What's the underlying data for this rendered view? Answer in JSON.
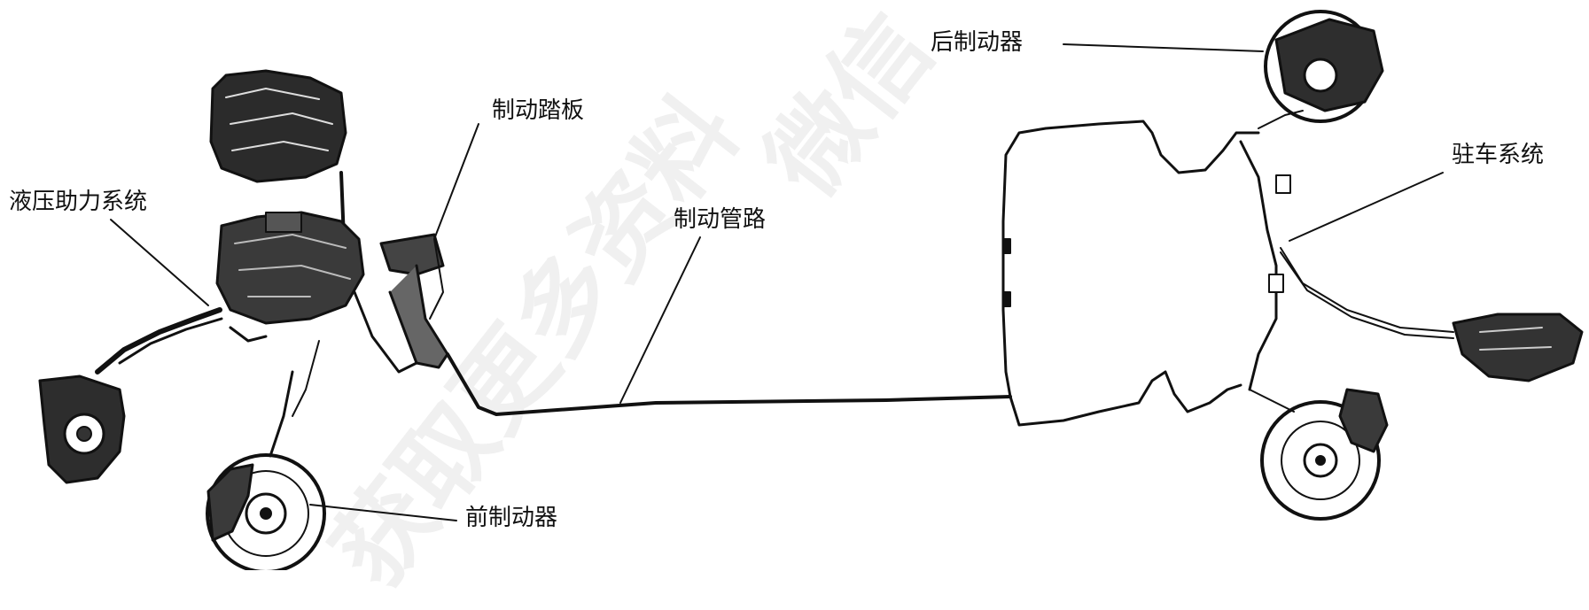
{
  "labels": {
    "hydraulic_booster": "液压助力系统",
    "brake_pedal": "制动踏板",
    "brake_line": "制动管路",
    "front_brake": "前制动器",
    "rear_brake": "后制动器",
    "parking_system": "驻车系统"
  },
  "watermarks": {
    "left": "获取更多资料",
    "right": "微信"
  },
  "colors": {
    "ink": "#111111",
    "paper": "#ffffff"
  }
}
